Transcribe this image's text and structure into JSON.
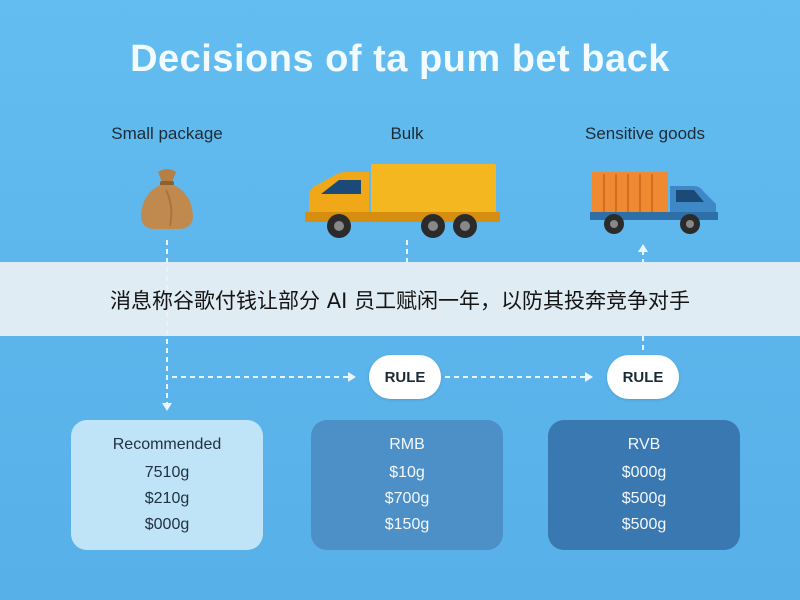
{
  "title": "Decisions of ta pum bet back",
  "columns": [
    {
      "label": "Small package",
      "icon": "sack-icon"
    },
    {
      "label": "Bulk",
      "icon": "truck-icon"
    },
    {
      "label": "Sensitive goods",
      "icon": "container-truck-icon"
    }
  ],
  "overlay_caption": "消息称谷歌付钱让部分 AI 员工赋闲一年，以防其投奔竞争对手",
  "rules": [
    "RULE",
    "RULE"
  ],
  "cards": [
    {
      "title": "Recommended",
      "lines": [
        "7510g",
        "$210g",
        "$000g"
      ]
    },
    {
      "title": "RMB",
      "lines": [
        "$10g",
        "$700g",
        "$150g"
      ]
    },
    {
      "title": "RVB",
      "lines": [
        "$000g",
        "$500g",
        "$500g"
      ]
    }
  ],
  "colors": {
    "background": "#5cb6ec",
    "banner": "#ebf0f3",
    "sack": "#c08a4e",
    "truck_cargo": "#f5b71f",
    "truck_cab": "#f0a818",
    "container": "#f08a32",
    "cab_blue": "#3f88c8",
    "card_light": "#bfe4f8",
    "card_mid": "#4d8fc7",
    "card_dark": "#3a78b1"
  }
}
